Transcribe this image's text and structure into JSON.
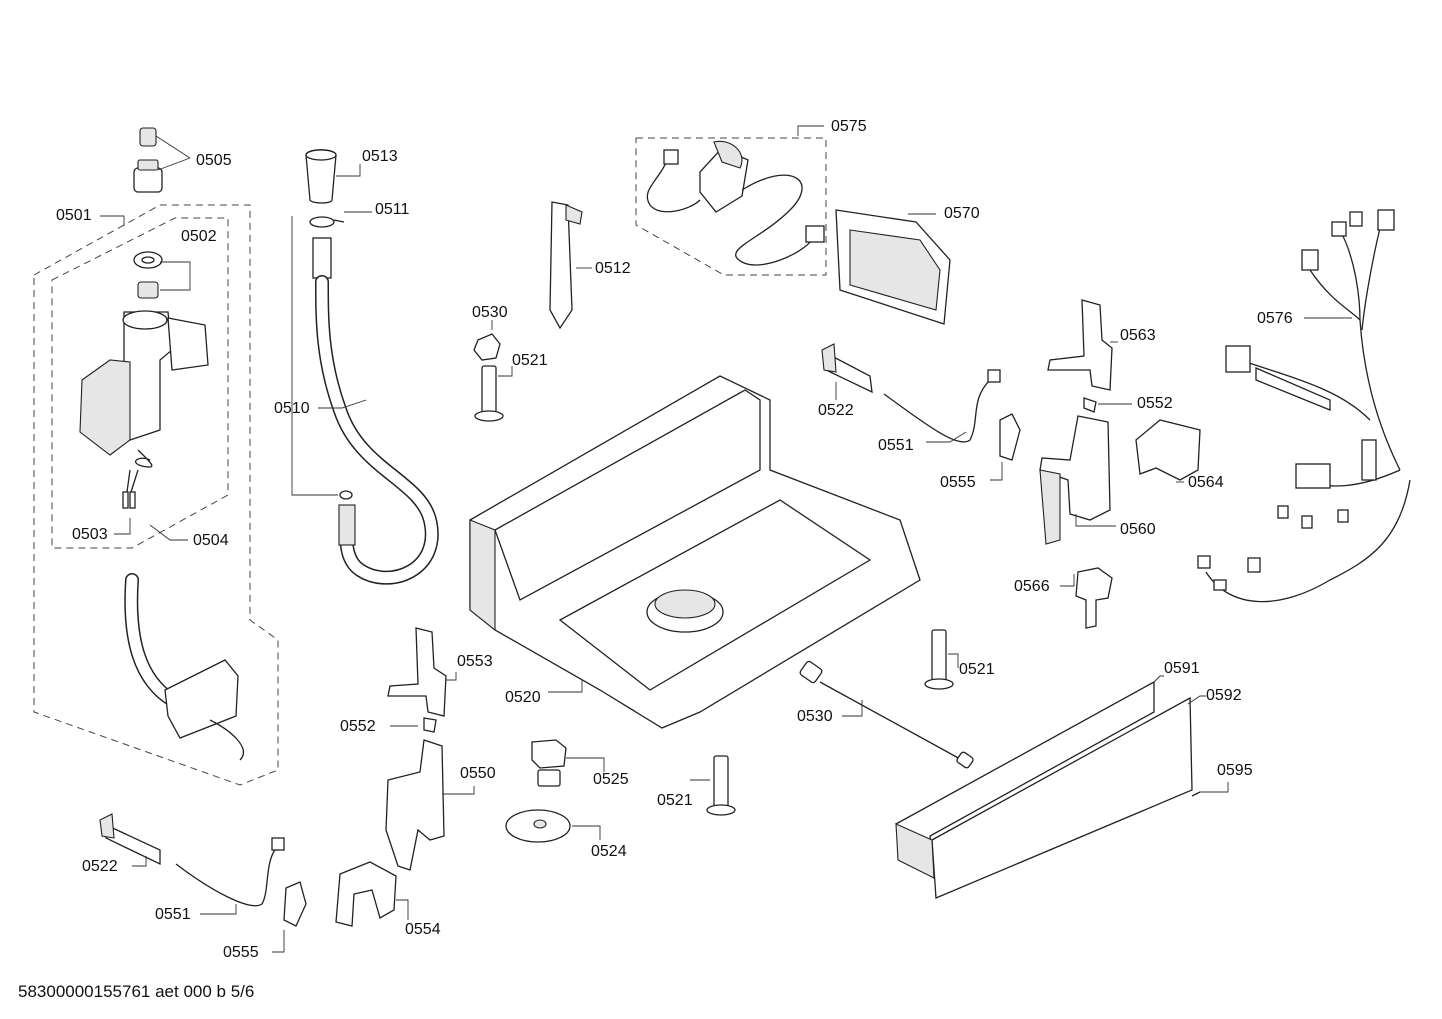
{
  "document_id": "58300000155761 aet 000 b 5/6",
  "callouts": {
    "c0505": "0505",
    "c0501": "0501",
    "c0502": "0502",
    "c0503": "0503",
    "c0504": "0504",
    "c0513": "0513",
    "c0511": "0511",
    "c0510": "0510",
    "c0512": "0512",
    "c0530a": "0530",
    "c0521a": "0521",
    "c0575": "0575",
    "c0570": "0570",
    "c0522a": "0522",
    "c0551a": "0551",
    "c0555a": "0555",
    "c0563": "0563",
    "c0552a": "0552",
    "c0564": "0564",
    "c0560": "0560",
    "c0566": "0566",
    "c0576": "0576",
    "c0553": "0553",
    "c0552b": "0552",
    "c0520": "0520",
    "c0550": "0550",
    "c0525": "0525",
    "c0524": "0524",
    "c0521b": "0521",
    "c0521c": "0521",
    "c0530b": "0530",
    "c0591": "0591",
    "c0592": "0592",
    "c0595": "0595",
    "c0522b": "0522",
    "c0551b": "0551",
    "c0555b": "0555",
    "c0554": "0554"
  }
}
